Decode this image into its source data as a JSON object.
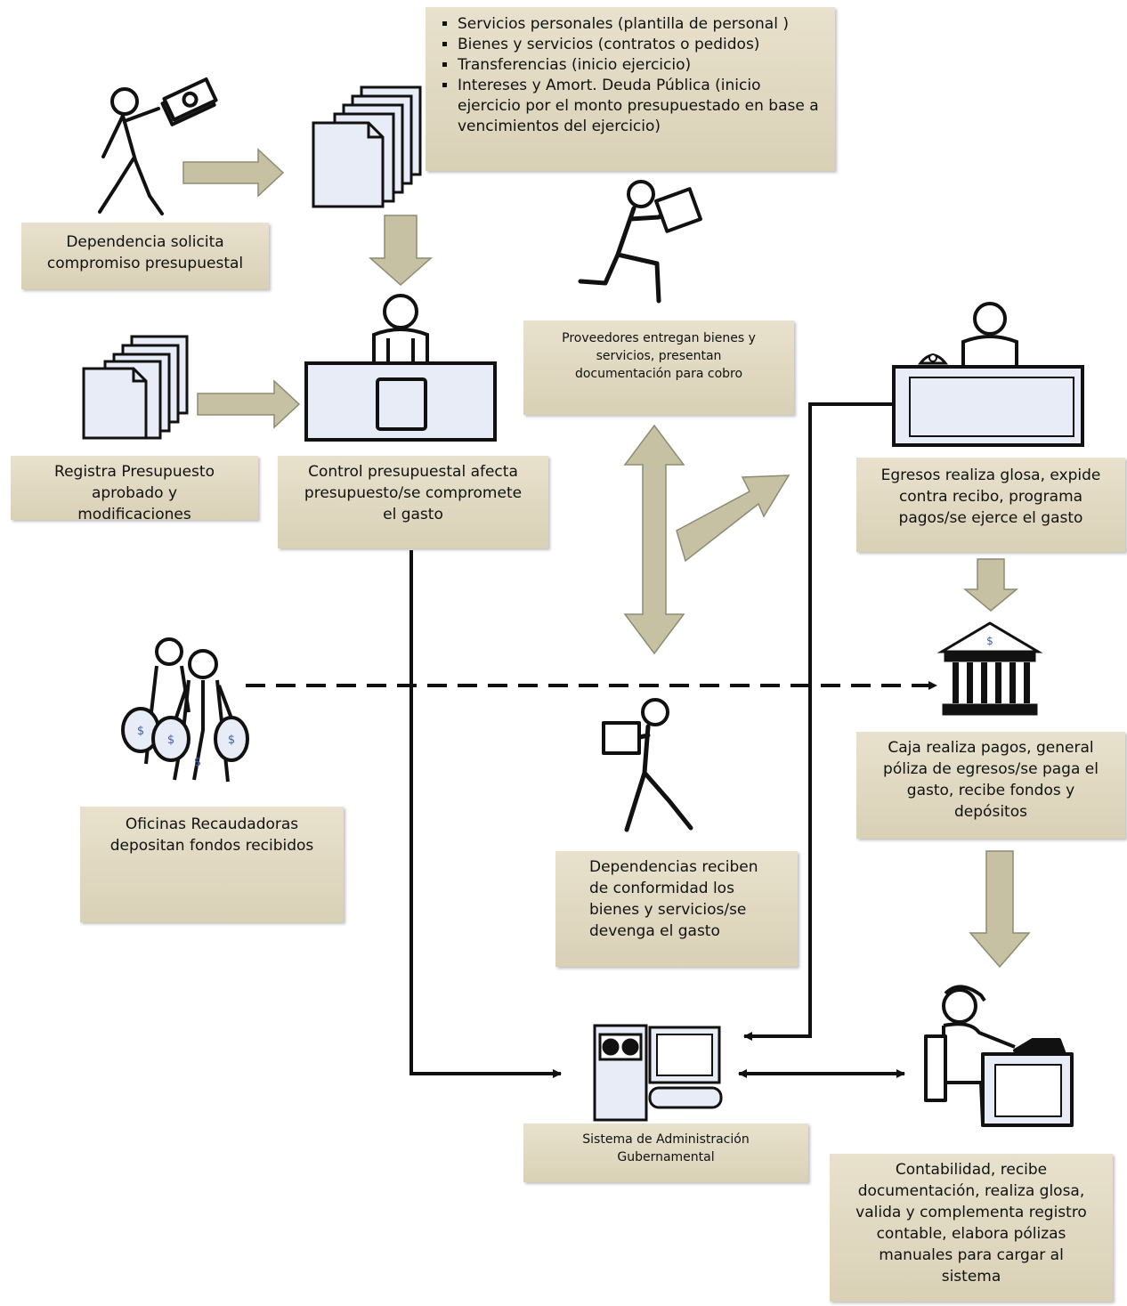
{
  "boxes": {
    "dependencia": [
      "Dependencia solicita",
      "compromiso presupuestal"
    ],
    "registra": [
      "Registra Presupuesto",
      "aprobado y",
      "modificaciones"
    ],
    "control": [
      "Control presupuestal afecta",
      "presupuesto/se compromete",
      "el gasto"
    ],
    "proveedores": [
      "Proveedores entregan bienes y",
      "servicios, presentan",
      "documentación para cobro"
    ],
    "egresos": [
      "Egresos realiza glosa, expide",
      "contra recibo, programa",
      "pagos/se ejerce el gasto"
    ],
    "caja": [
      "Caja realiza pagos, general",
      "póliza de egresos/se paga el",
      "gasto, recibe fondos y",
      "depósitos"
    ],
    "oficinas": [
      "Oficinas Recaudadoras",
      "depositan fondos recibidos"
    ],
    "dependencias_reciben": [
      "Dependencias reciben",
      "de conformidad los",
      "bienes y servicios/se",
      "devenga el gasto"
    ],
    "sistema": [
      "Sistema de Administración",
      "Gubernamental"
    ],
    "contabilidad": [
      "Contabilidad, recibe",
      "documentación, realiza glosa,",
      "valida y complementa registro",
      "contable, elabora pólizas",
      "manuales para cargar al",
      "sistema"
    ]
  },
  "documents_list": [
    "Servicios personales (plantilla de personal )",
    "Bienes y servicios (contratos o pedidos)",
    "Transferencias (inicio ejercicio)",
    "Intereses y Amort.  Deuda Pública (inicio ejercicio por el monto presupuestado en base a vencimientos del ejercicio)"
  ],
  "colors": {
    "arrow_fill": "#c7c1a4",
    "arrow_stroke": "#8e8a72",
    "box_fill": "#e2dbc3",
    "icon_fill": "#e8ecf6",
    "stroke": "#111111"
  }
}
